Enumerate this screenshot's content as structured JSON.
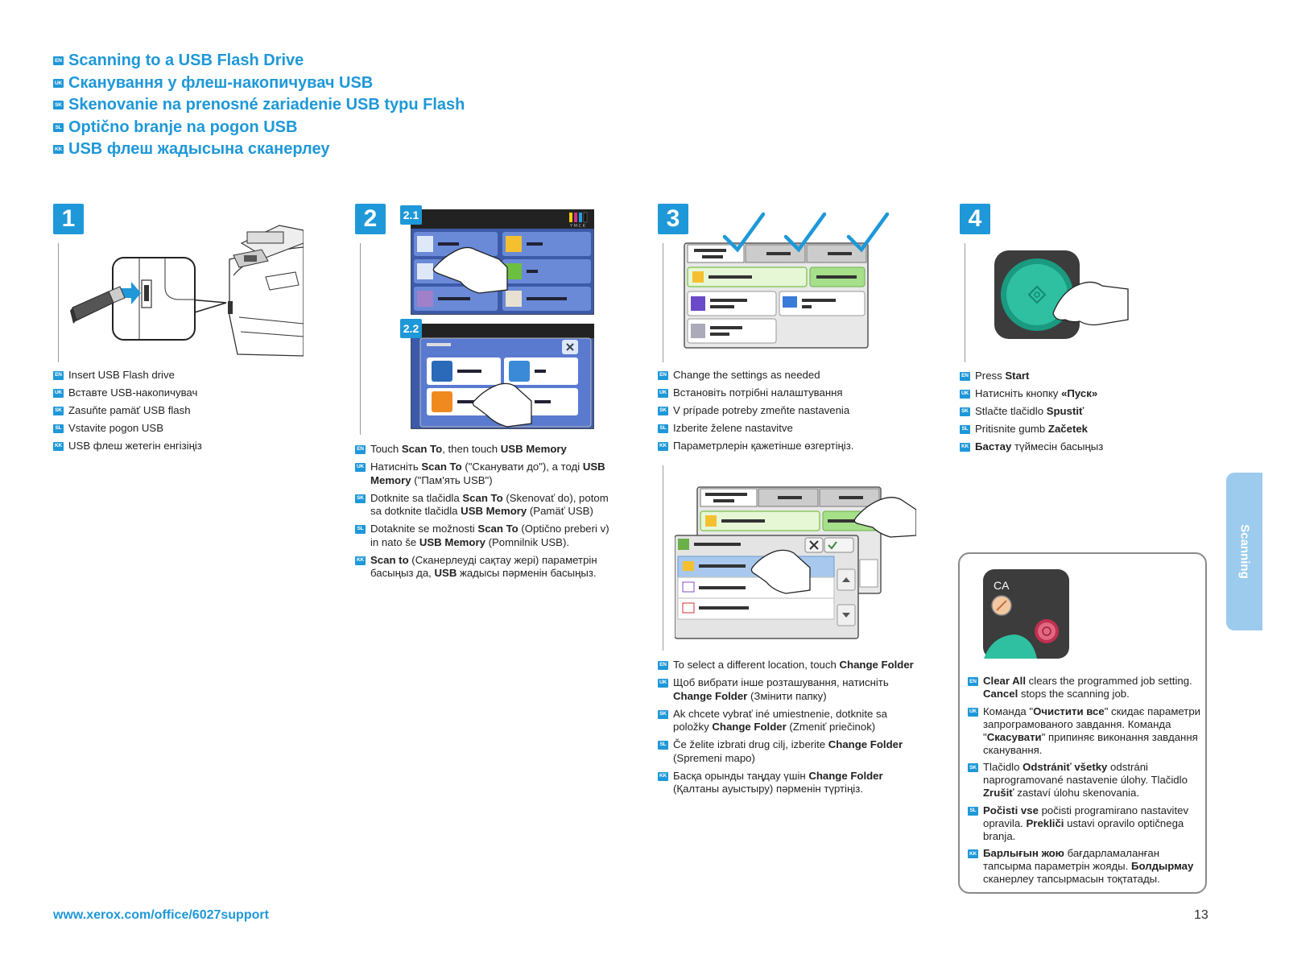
{
  "titles": [
    {
      "lang": "EN",
      "text": "Scanning to a USB Flash Drive"
    },
    {
      "lang": "UK",
      "text": "Сканування у флеш-накопичувач USB"
    },
    {
      "lang": "SK",
      "text": "Skenovanie na prenosné zariadenie USB typu Flash"
    },
    {
      "lang": "SL",
      "text": "Optično branje na pogon USB"
    },
    {
      "lang": "KK",
      "text": "USB флеш жадысына сканерлеу"
    }
  ],
  "steps": {
    "s1": {
      "number": "1"
    },
    "s2": {
      "number": "2",
      "sub1": "2.1",
      "sub2": "2.2"
    },
    "s3": {
      "number": "3"
    },
    "s4": {
      "number": "4"
    }
  },
  "panel_ymck": "Y M C K",
  "ca_label": "CA",
  "side_tab": "Scanning",
  "footer": {
    "url": "www.xerox.com/office/6027support",
    "page": "13"
  },
  "step1_lines": [
    {
      "lang": "EN",
      "parts": [
        {
          "t": "Insert USB Flash drive"
        }
      ]
    },
    {
      "lang": "UK",
      "parts": [
        {
          "t": "Вставте USB-накопичувач"
        }
      ]
    },
    {
      "lang": "SK",
      "parts": [
        {
          "t": "Zasuňte pamäť USB flash"
        }
      ]
    },
    {
      "lang": "SL",
      "parts": [
        {
          "t": "Vstavite pogon USB"
        }
      ]
    },
    {
      "lang": "KK",
      "parts": [
        {
          "t": "USB флеш жетегін енгізіңіз"
        }
      ]
    }
  ],
  "step2_lines": [
    {
      "lang": "EN",
      "parts": [
        {
          "t": "Touch "
        },
        {
          "t": "Scan To",
          "b": true
        },
        {
          "t": ", then touch "
        },
        {
          "t": "USB Memory",
          "b": true
        }
      ]
    },
    {
      "lang": "UK",
      "parts": [
        {
          "t": "Натисніть "
        },
        {
          "t": "Scan To",
          "b": true
        },
        {
          "t": " (\"Сканувати до\"), а тоді "
        },
        {
          "t": "USB Memory",
          "b": true
        },
        {
          "t": " (\"Пам'ять USB\")"
        }
      ]
    },
    {
      "lang": "SK",
      "parts": [
        {
          "t": "Dotknite sa tlačidla "
        },
        {
          "t": "Scan To",
          "b": true
        },
        {
          "t": " (Skenovať do), potom sa dotknite tlačidla "
        },
        {
          "t": "USB Memory",
          "b": true
        },
        {
          "t": " (Pamäť USB)"
        }
      ]
    },
    {
      "lang": "SL",
      "parts": [
        {
          "t": "Dotaknite se možnosti "
        },
        {
          "t": "Scan To",
          "b": true
        },
        {
          "t": " (Optično preberi v) in nato še "
        },
        {
          "t": "USB Memory",
          "b": true
        },
        {
          "t": " (Pomnilnik USB)."
        }
      ]
    },
    {
      "lang": "KK",
      "parts": [
        {
          "t": "Scan to",
          "b": true
        },
        {
          "t": " (Сканерлеуді сақтау жері) параметрін басыңыз да, "
        },
        {
          "t": "USB",
          "b": true
        },
        {
          "t": " жадысы пәрменін басыңыз."
        }
      ]
    }
  ],
  "step3_lines": [
    {
      "lang": "EN",
      "parts": [
        {
          "t": "Change the settings as needed"
        }
      ]
    },
    {
      "lang": "UK",
      "parts": [
        {
          "t": "Встановіть потрібні налаштування"
        }
      ]
    },
    {
      "lang": "SK",
      "parts": [
        {
          "t": "V prípade potreby zmeňte nastavenia"
        }
      ]
    },
    {
      "lang": "SL",
      "parts": [
        {
          "t": "Izberite želene nastavitve"
        }
      ]
    },
    {
      "lang": "KK",
      "parts": [
        {
          "t": "Параметрлерін қажетінше өзгертіңіз."
        }
      ]
    }
  ],
  "step3b_lines": [
    {
      "lang": "EN",
      "parts": [
        {
          "t": "To select a different location, touch "
        },
        {
          "t": "Change Folder",
          "b": true
        }
      ]
    },
    {
      "lang": "UK",
      "parts": [
        {
          "t": "Щоб вибрати інше розташування, натисніть "
        },
        {
          "t": "Change Folder",
          "b": true
        },
        {
          "t": " (Змінити папку)"
        }
      ]
    },
    {
      "lang": "SK",
      "parts": [
        {
          "t": "Ak chcete vybrať iné umiestnenie, dotknite sa položky "
        },
        {
          "t": "Change Folder",
          "b": true
        },
        {
          "t": " (Zmeniť priečinok)"
        }
      ]
    },
    {
      "lang": "SL",
      "parts": [
        {
          "t": "Če želite izbrati drug cilj, izberite "
        },
        {
          "t": "Change Folder",
          "b": true
        },
        {
          "t": " (Spremeni mapo)"
        }
      ]
    },
    {
      "lang": "KK",
      "parts": [
        {
          "t": "Басқа орынды таңдау үшін "
        },
        {
          "t": "Change Folder",
          "b": true
        },
        {
          "t": " (Қалтаны ауыстыру) пәрменін түртіңіз."
        }
      ]
    }
  ],
  "step4_lines": [
    {
      "lang": "EN",
      "parts": [
        {
          "t": "Press "
        },
        {
          "t": "Start",
          "b": true
        }
      ]
    },
    {
      "lang": "UK",
      "parts": [
        {
          "t": "Натисніть кнопку "
        },
        {
          "t": "«Пуск»",
          "b": true
        }
      ]
    },
    {
      "lang": "SK",
      "parts": [
        {
          "t": "Stlačte tlačidlo "
        },
        {
          "t": "Spustiť",
          "b": true
        }
      ]
    },
    {
      "lang": "SL",
      "parts": [
        {
          "t": "Pritisnite gumb "
        },
        {
          "t": "Začetek",
          "b": true
        }
      ]
    },
    {
      "lang": "KK",
      "parts": [
        {
          "t": "Бастау",
          "b": true
        },
        {
          "t": " түймесін басыңыз"
        }
      ]
    }
  ],
  "step4b_lines": [
    {
      "lang": "EN",
      "parts": [
        {
          "t": "Clear All",
          "b": true
        },
        {
          "t": " clears the programmed job setting. "
        },
        {
          "t": "Cancel",
          "b": true
        },
        {
          "t": " stops the scanning job."
        }
      ]
    },
    {
      "lang": "UK",
      "parts": [
        {
          "t": "Команда \""
        },
        {
          "t": "Очистити все",
          "b": true
        },
        {
          "t": "\" скидає параметри запрограмованого завдання. Команда \""
        },
        {
          "t": "Скасувати",
          "b": true
        },
        {
          "t": "\" припиняє виконання завдання сканування."
        }
      ]
    },
    {
      "lang": "SK",
      "parts": [
        {
          "t": "Tlačidlo "
        },
        {
          "t": "Odstrániť všetky",
          "b": true
        },
        {
          "t": " odstráni naprogramované nastavenie úlohy. Tlačidlo "
        },
        {
          "t": "Zrušiť",
          "b": true
        },
        {
          "t": " zastaví úlohu skenovania."
        }
      ]
    },
    {
      "lang": "SL",
      "parts": [
        {
          "t": "Počisti vse",
          "b": true
        },
        {
          "t": " počisti programirano nastavitev opravila. "
        },
        {
          "t": "Prekliči",
          "b": true
        },
        {
          "t": " ustavi opravilo optičnega branja."
        }
      ]
    },
    {
      "lang": "KK",
      "parts": [
        {
          "t": "Барлығын жою",
          "b": true
        },
        {
          "t": " бағдарламаланған тапсырма параметрін жояды. "
        },
        {
          "t": "Болдырмау",
          "b": true
        },
        {
          "t": " сканерлеу тапсырмасын тоқтатады."
        }
      ]
    }
  ]
}
